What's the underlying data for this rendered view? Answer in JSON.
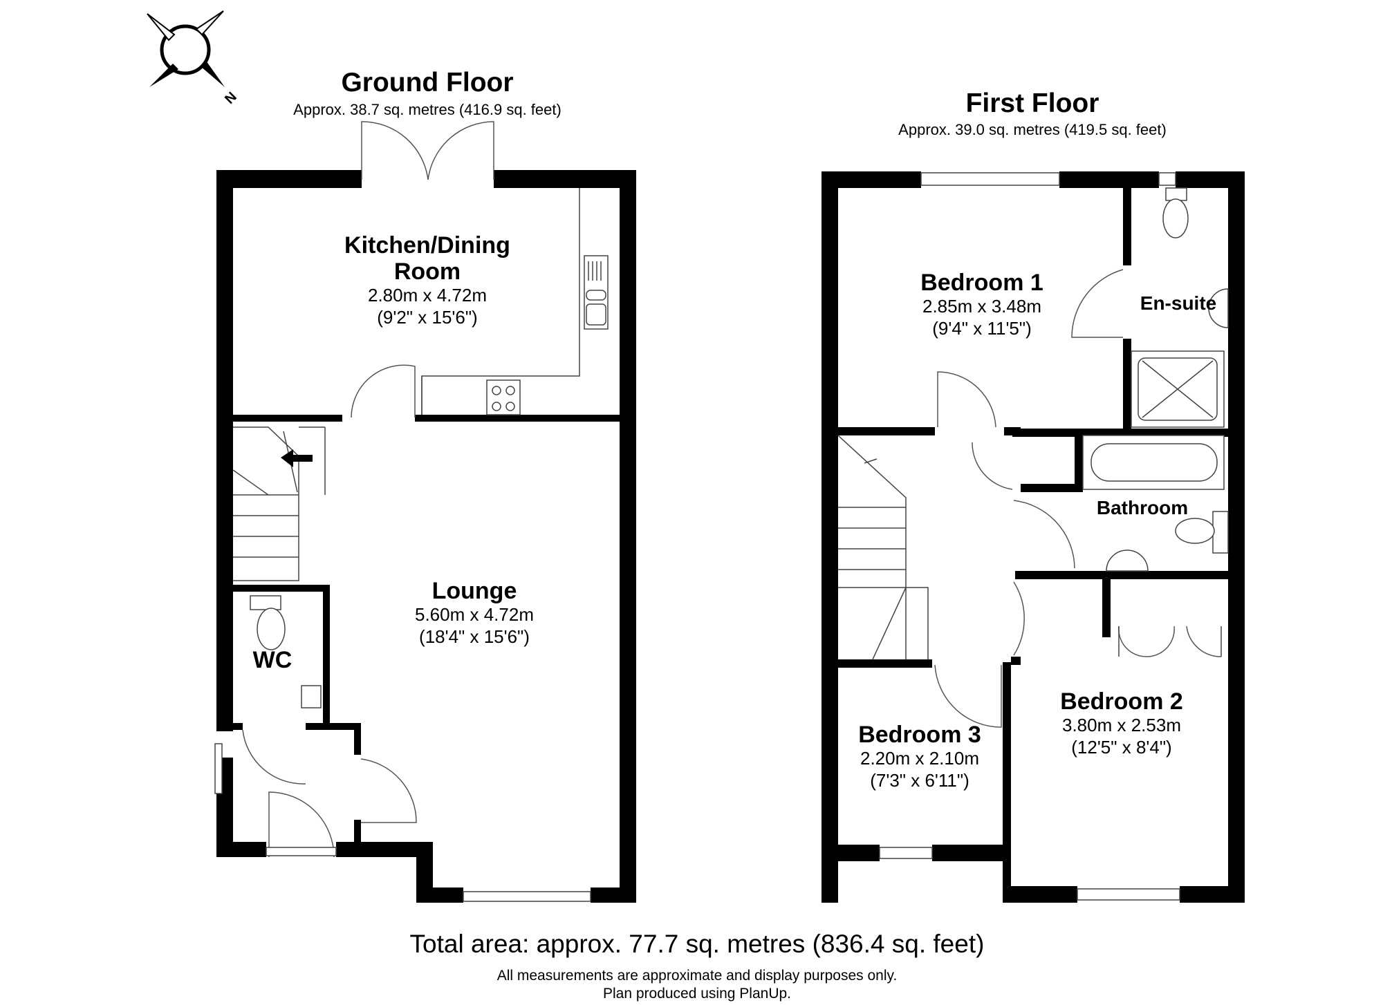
{
  "compass": {
    "icon": "compass-icon",
    "label": "N"
  },
  "ground_floor": {
    "title": "Ground Floor",
    "area": "Approx. 38.7 sq. metres (416.9 sq. feet)",
    "rooms": {
      "kitchen": {
        "name_line1": "Kitchen/Dining",
        "name_line2": "Room",
        "metric": "2.80m x 4.72m",
        "imperial": "(9'2\" x 15'6\")"
      },
      "lounge": {
        "name": "Lounge",
        "metric": "5.60m x 4.72m",
        "imperial": "(18'4\" x 15'6\")"
      },
      "wc": {
        "name": "WC"
      }
    }
  },
  "first_floor": {
    "title": "First Floor",
    "area": "Approx. 39.0 sq. metres (419.5 sq. feet)",
    "rooms": {
      "bedroom1": {
        "name": "Bedroom 1",
        "metric": "2.85m x 3.48m",
        "imperial": "(9'4\" x 11'5\")"
      },
      "ensuite": {
        "name": "En-suite"
      },
      "bathroom": {
        "name": "Bathroom"
      },
      "bedroom2": {
        "name": "Bedroom 2",
        "metric": "3.80m x 2.53m",
        "imperial": "(12'5\" x 8'4\")"
      },
      "bedroom3": {
        "name": "Bedroom 3",
        "metric": "2.20m x 2.10m",
        "imperial": "(7'3\" x 6'11\")"
      }
    }
  },
  "footer": {
    "total_area": "Total area: approx. 77.7 sq. metres (836.4 sq. feet)",
    "disclaimer_line1": "All measurements are approximate and display purposes only.",
    "disclaimer_line2": "Plan produced using PlanUp."
  }
}
